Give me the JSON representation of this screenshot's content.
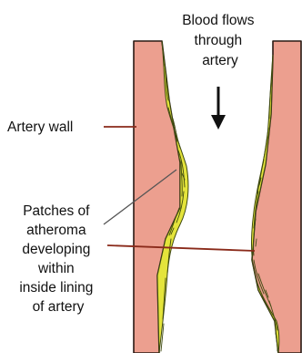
{
  "diagram": {
    "flow_label": [
      "Blood flows",
      "through",
      "artery"
    ],
    "wall_label": "Artery wall",
    "atheroma_label": [
      "Patches of",
      "atheroma",
      "developing",
      "within",
      "inside lining",
      "of artery"
    ],
    "colors": {
      "artery_wall": "#ec9f8f",
      "wall_outline": "#2a1a14",
      "atheroma_fill": "#e4e43b",
      "atheroma_streak": "#3f4a10",
      "arrow": "#111111",
      "label_line": "#8a2a1a"
    }
  }
}
